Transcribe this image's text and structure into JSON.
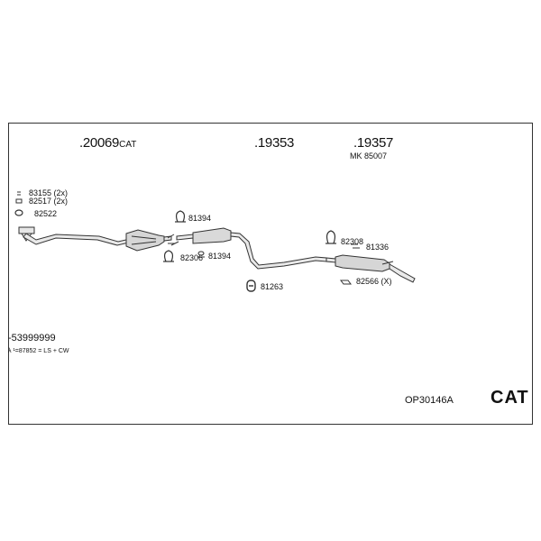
{
  "main_parts": [
    {
      "number": ".20069",
      "suffix": "CAT"
    },
    {
      "number": ".19353"
    },
    {
      "number": ".19357",
      "sub": "MK  85007"
    }
  ],
  "accessory_labels": {
    "clamp_2x": "83155 (2x)",
    "gasket_2x": "82517 (2x)",
    "ring": "82522",
    "clamp_front_top": "81394",
    "hanger_front": "82306",
    "clamp_front_bottom": "81394",
    "rubber_mount": "81263",
    "hanger_rear_left": "82308",
    "clamp_rear": "81336",
    "rear_bracket": "82566 (X)"
  },
  "notes": {
    "line1": "-53999999",
    "line2": "λ ¹=87852 = LS + CW"
  },
  "kit_code": "OP30146A",
  "badge": "CAT"
}
